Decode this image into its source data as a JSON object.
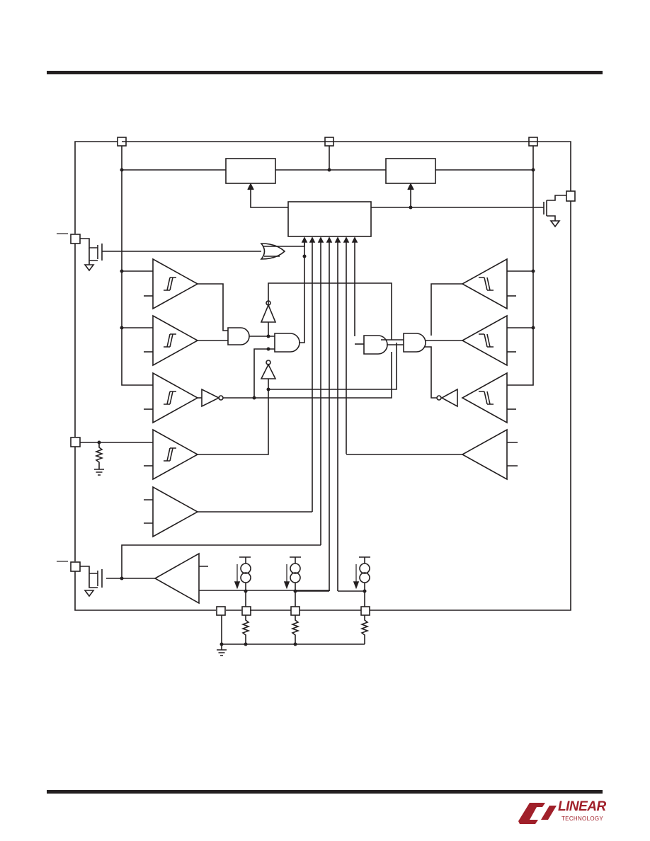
{
  "page": {
    "colors": {
      "line": "#231f20",
      "brand": "#a0202a",
      "background": "#ffffff"
    }
  },
  "diagram": {
    "icon_names": [
      "pin-box",
      "logic-block",
      "and-gate",
      "or-gate",
      "inverter",
      "hysteresis-comparator",
      "amplifier",
      "n-mosfet",
      "resistor",
      "current-source",
      "ground-icon"
    ]
  },
  "footer": {
    "logo_word": "LINEAR",
    "logo_sub": "TECHNOLOGY"
  }
}
